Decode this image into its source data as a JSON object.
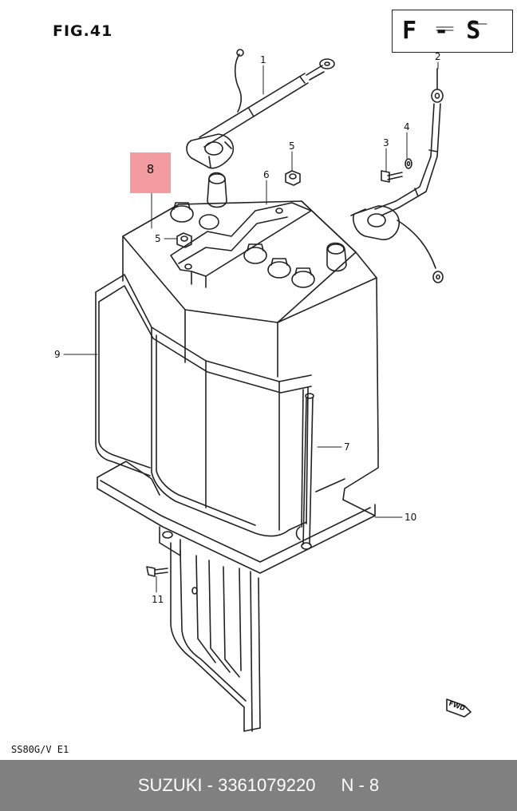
{
  "figure": {
    "title": "FIG.41",
    "model_code": "SS80G/V E1",
    "stamp": {
      "text": "F  - S"
    },
    "highlight": {
      "label": "8",
      "color": "#f08a8f"
    },
    "callouts": {
      "c1": "1",
      "c2": "2",
      "c3": "3",
      "c4": "4",
      "c5a": "5",
      "c5b": "5",
      "c6": "6",
      "c7": "7",
      "c9": "9",
      "c10": "10",
      "c11": "11"
    },
    "fwd_badge": "FWD"
  },
  "footer": {
    "brand_part": "SUZUKI - 3361079220",
    "position": "N - 8"
  },
  "colors": {
    "footer_bg": "#808080",
    "line": "#222222"
  }
}
